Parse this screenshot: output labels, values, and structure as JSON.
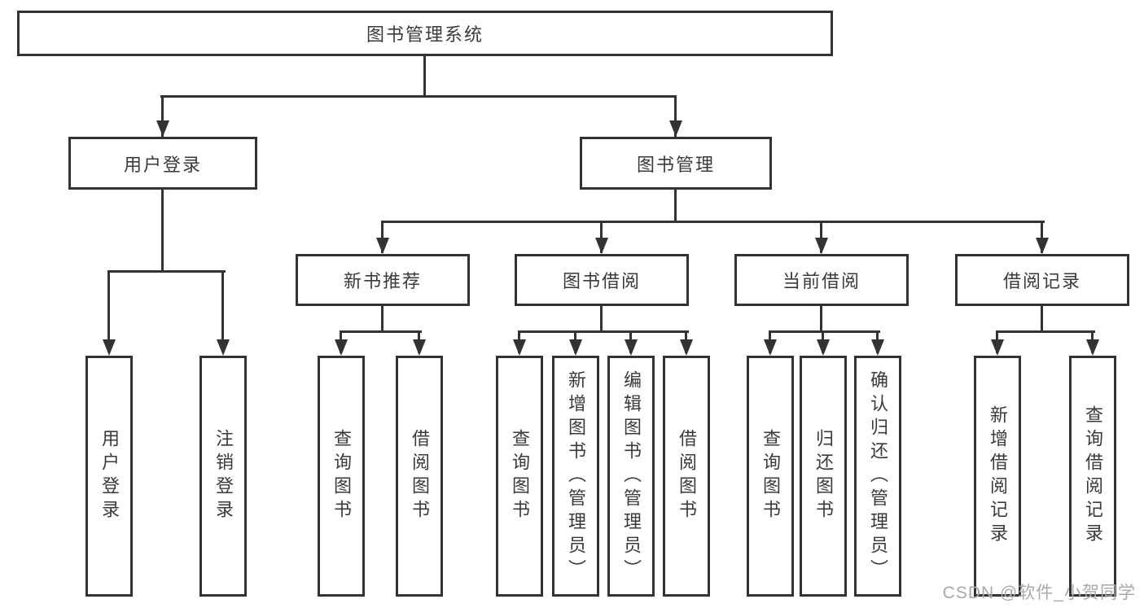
{
  "diagram": {
    "nodes": {
      "root": {
        "label": "图书管理系统"
      },
      "user_login": {
        "label": "用户登录"
      },
      "book_mgmt": {
        "label": "图书管理"
      },
      "new_book_rec": {
        "label": "新书推荐"
      },
      "book_borrow": {
        "label": "图书借阅"
      },
      "current_borrow": {
        "label": "当前借阅"
      },
      "borrow_record": {
        "label": "借阅记录"
      },
      "login_leaf": {
        "label": "用户登录"
      },
      "logout_leaf": {
        "label": "注销登录"
      },
      "nb_query": {
        "label": "查询图书"
      },
      "nb_borrow": {
        "label": "借阅图书"
      },
      "bb_query": {
        "label": "查询图书"
      },
      "bb_add": {
        "label": "新增图书（管理员）"
      },
      "bb_edit": {
        "label": "编辑图书（管理员）"
      },
      "bb_borrow": {
        "label": "借阅图书"
      },
      "cb_query": {
        "label": "查询图书"
      },
      "cb_return": {
        "label": "归还图书"
      },
      "cb_confirm": {
        "label": "确认归还（管理员）"
      },
      "br_add": {
        "label": "新增借阅记录"
      },
      "br_query": {
        "label": "查询借阅记录"
      }
    },
    "watermark": "CSDN @软件_小贺同学",
    "colors": {
      "line": "#333333",
      "text": "#3a3a3a",
      "watermark": "#a9a9a9",
      "background": "#ffffff"
    }
  }
}
